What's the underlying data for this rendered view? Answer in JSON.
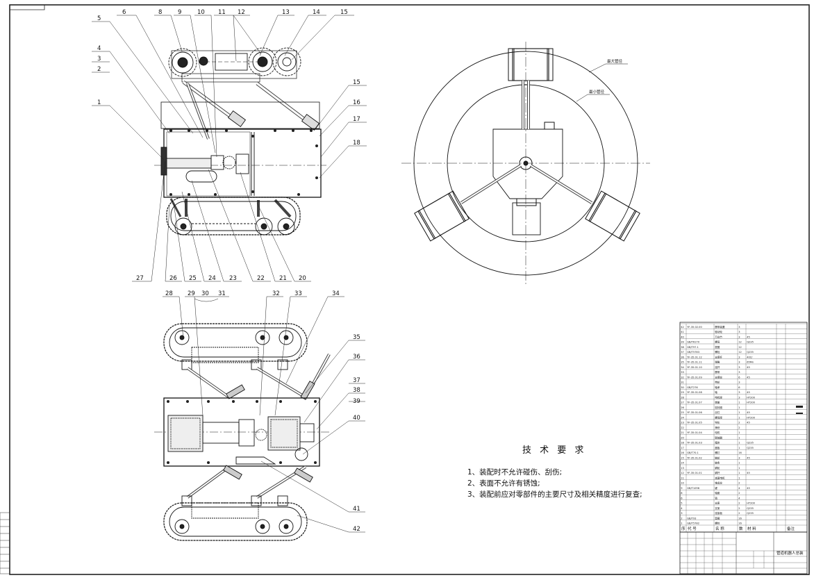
{
  "tech_requirements": {
    "title": "技 术 要 求",
    "lines": [
      "1、装配时不允许碰伤、刮伤;",
      "2、表面不允许有锈蚀;",
      "3、装配前应对零部件的主要尺寸及相关精度进行复查;"
    ]
  },
  "front_view_callouts": [
    "1",
    "2",
    "3",
    "4",
    "5",
    "6",
    "8",
    "9",
    "10",
    "11",
    "12",
    "13",
    "14",
    "15",
    "15",
    "16",
    "17",
    "18",
    "20",
    "21",
    "22",
    "23",
    "24",
    "25",
    "26",
    "27"
  ],
  "top_view_callouts": [
    "28",
    "29",
    "30",
    "31",
    "32",
    "33",
    "34",
    "35",
    "36",
    "37",
    "38",
    "39",
    "40",
    "41",
    "42"
  ],
  "side_view_labels": {
    "max_pipe": "最大管径",
    "min_pipe": "最小管径"
  },
  "title_block": {
    "drawing_name": "管道机器人总装"
  },
  "bom": {
    "headers": [
      "序",
      "代 号",
      "名 称",
      "数",
      "材 料",
      "备注"
    ],
    "rows": [
      [
        "42",
        "YF-35.02.00",
        "履带装置",
        "3",
        "",
        ""
      ],
      [
        "41",
        "",
        "驱动轮",
        "3",
        "",
        ""
      ],
      [
        "40",
        "",
        "万向节",
        "3",
        "45",
        ""
      ],
      [
        "39",
        "GB/T6170",
        "螺母",
        "12",
        "Q235",
        ""
      ],
      [
        "38",
        "GB/T97.1",
        "垫圈",
        "12",
        "",
        ""
      ],
      [
        "37",
        "GB/T5783",
        "螺栓",
        "12",
        "Q235",
        ""
      ],
      [
        "36",
        "YF-35.01.12",
        "支撑杆",
        "3",
        "40Cr",
        ""
      ],
      [
        "35",
        "YF-35.01.11",
        "弹簧",
        "3",
        "65Mn",
        ""
      ],
      [
        "34",
        "YF-35.01.10",
        "连杆",
        "3",
        "45",
        ""
      ],
      [
        "33",
        "",
        "履带",
        "3",
        "",
        ""
      ],
      [
        "32",
        "YF-35.01.09",
        "支撑轮",
        "6",
        "45",
        ""
      ],
      [
        "31",
        "",
        "带轮",
        "3",
        "",
        ""
      ],
      [
        "30",
        "GB/T276",
        "轴承",
        "6",
        "",
        ""
      ],
      [
        "29",
        "YF-35.01.08",
        "轴",
        "3",
        "45",
        ""
      ],
      [
        "28",
        "",
        "电机座",
        "3",
        "HT200",
        ""
      ],
      [
        "27",
        "YF-35.01.07",
        "端盖",
        "1",
        "HT200",
        ""
      ],
      [
        "26",
        "",
        "密封圈",
        "1",
        "",
        ""
      ],
      [
        "25",
        "YF-35.01.06",
        "丝杠",
        "1",
        "45",
        ""
      ],
      [
        "24",
        "",
        "螺母座",
        "1",
        "HT200",
        ""
      ],
      [
        "23",
        "YF-35.01.05",
        "导轨",
        "2",
        "45",
        ""
      ],
      [
        "22",
        "",
        "滑块",
        "2",
        "",
        ""
      ],
      [
        "21",
        "YF-35.01.04",
        "电机",
        "1",
        "",
        ""
      ],
      [
        "20",
        "",
        "联轴器",
        "1",
        "",
        ""
      ],
      [
        "18",
        "YF-35.01.03",
        "箱体",
        "1",
        "Q235",
        ""
      ],
      [
        "17",
        "",
        "盖板",
        "1",
        "Q235",
        ""
      ],
      [
        "16",
        "GB/T70.1",
        "螺钉",
        "16",
        "",
        ""
      ],
      [
        "15",
        "YF-35.01.02",
        "链轮",
        "3",
        "45",
        ""
      ],
      [
        "14",
        "",
        "链条",
        "1",
        "",
        ""
      ],
      [
        "13",
        "",
        "蜗轮",
        "1",
        "",
        ""
      ],
      [
        "12",
        "YF-35.01.01",
        "蜗杆",
        "1",
        "45",
        ""
      ],
      [
        "11",
        "",
        "减速电机",
        "1",
        "",
        ""
      ],
      [
        "10",
        "",
        "锥齿轮",
        "2",
        "",
        ""
      ],
      [
        "9",
        "GB/T1096",
        "键",
        "4",
        "45",
        ""
      ],
      [
        "8",
        "",
        "轴套",
        "2",
        "",
        ""
      ],
      [
        "6",
        "",
        "销",
        "4",
        "",
        ""
      ],
      [
        "5",
        "",
        "支座",
        "2",
        "HT200",
        ""
      ],
      [
        "4",
        "",
        "支架",
        "2",
        "Q235",
        ""
      ],
      [
        "3",
        "",
        "连接板",
        "2",
        "Q235",
        ""
      ],
      [
        "2",
        "GB/T93",
        "垫圈",
        "16",
        "",
        ""
      ],
      [
        "1",
        "GB/T5782",
        "螺栓",
        "16",
        "",
        ""
      ]
    ]
  }
}
